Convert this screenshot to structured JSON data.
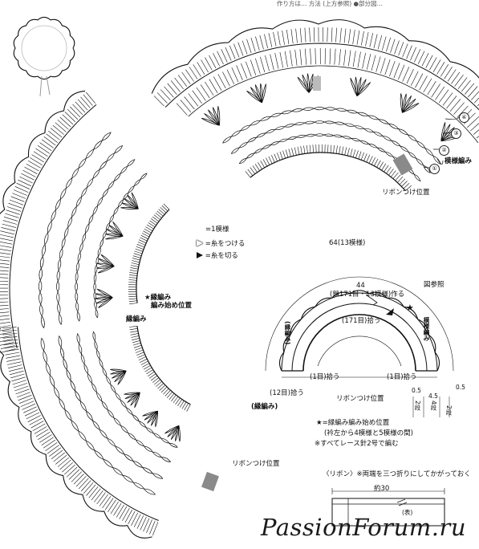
{
  "header_text": "作り方は… 方法 (上方参照) ●部分図…",
  "row_numbers": [
    "④",
    "③",
    "②",
    "①"
  ],
  "labels": {
    "motif_edge": "模様編み",
    "ribbon_pos_top": "リボンつけ位置",
    "ribbon_pos_bottom": "リボンつけ位置",
    "edge_knit": "縁編み",
    "edge_start": "縁編み\n編み始め位置",
    "edge_knit_mid": "縁編み"
  },
  "legend": [
    {
      "symbol": "=",
      "text": "=1模様"
    },
    {
      "symbol": "▷",
      "text": "=糸をつける"
    },
    {
      "symbol": "▶",
      "text": "=糸を切る"
    }
  ],
  "schematic": {
    "outer_width": "64(13模様)",
    "inner_width": "44",
    "inner_note": "(鎖171目・13模様)作る",
    "ref_figure": "図参照",
    "pickup_171": "(171目)拾う",
    "pickup_1_left": "(1目)拾う",
    "pickup_1_right": "(1目)拾う",
    "pickup_12": "(12目)拾う",
    "ribbon_pos": "リボンつけ位置",
    "edge_label": "(縁編み)",
    "arc_left_text": "(縁編み)",
    "arc_right_text": "模様編み",
    "dim_05_left": "0.5",
    "dim_45": "4.5",
    "dim_05_right": "0.5",
    "rows_2a": "2段",
    "rows_4": "4段",
    "rows_2b": "2段",
    "note_star": "★=縁編み編み始め位置",
    "note_star_sub": "(衿左から4模様と5模様の間)",
    "note_all": "※すべてレース針2号で編む"
  },
  "ribbon": {
    "title": "〈リボン〉※両端を三つ折りにしてかがっておく",
    "length": "約30",
    "face": "(表)"
  },
  "watermark": "PassionForum.ru",
  "colors": {
    "ink": "#111111",
    "gray_mark": "#8a8a8a",
    "paper": "#ffffff"
  }
}
